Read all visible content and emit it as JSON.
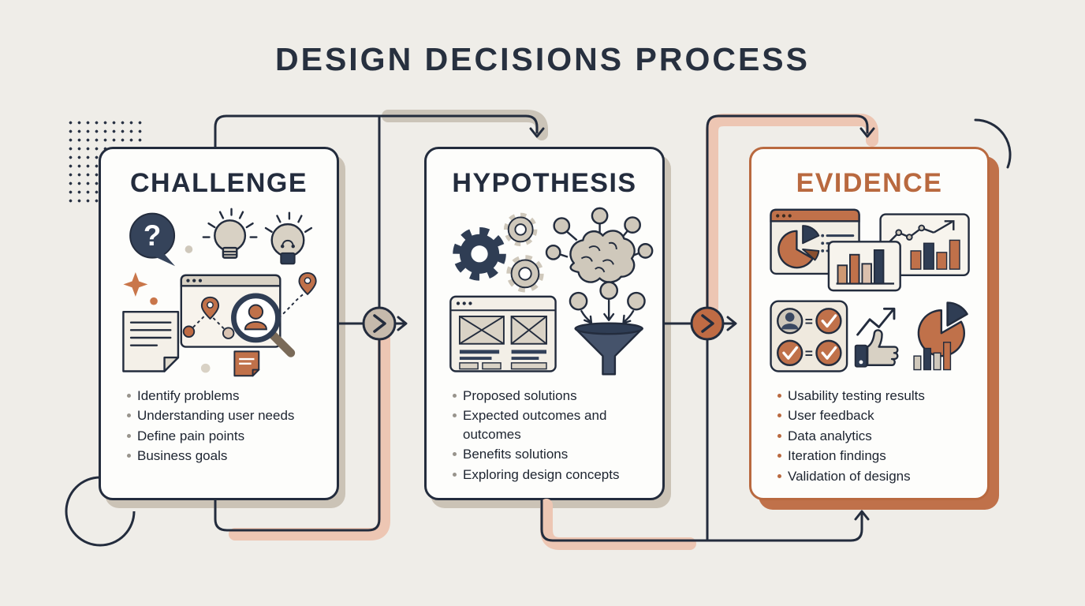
{
  "title": "DESIGN DECISIONS PROCESS",
  "glyphs": {
    "question_mark": "?",
    "equals": "="
  },
  "colors": {
    "background": "#EFEDE8",
    "navy": "#232C3D",
    "rust": "#B9693F",
    "orange_fill": "#C0714A",
    "salmon_band": "#EDC6B3",
    "sand_band": "#CBC4B8",
    "card_shadow": "#CBC3B6",
    "beige_icon": "#D8D1C4"
  },
  "cards": [
    {
      "id": "challenge",
      "title": "CHALLENGE",
      "bullets": [
        "Identify problems",
        "Understanding user needs",
        "Define pain points",
        "Business goals"
      ]
    },
    {
      "id": "hypothesis",
      "title": "HYPOTHESIS",
      "bullets": [
        "Proposed solutions",
        "Expected outcomes and outcomes",
        "Benefits solutions",
        "Exploring design concepts"
      ]
    },
    {
      "id": "evidence",
      "title": "EVIDENCE",
      "bullets": [
        "Usability testing results",
        "User feedback",
        "Data analytics",
        "Iteration findings",
        "Validation of designs"
      ]
    }
  ]
}
